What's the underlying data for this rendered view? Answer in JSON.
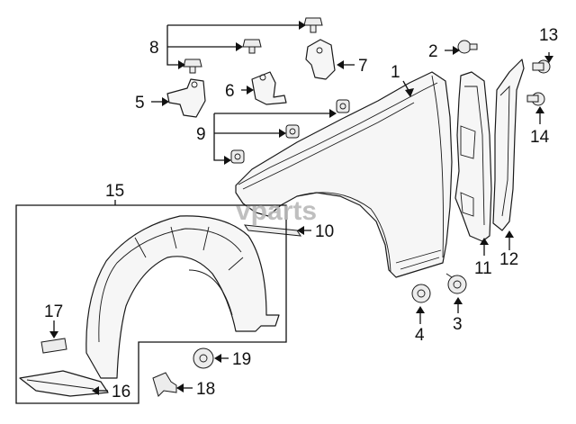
{
  "watermark": "vparts",
  "callouts": [
    {
      "id": "1",
      "label": "1"
    },
    {
      "id": "2",
      "label": "2"
    },
    {
      "id": "3",
      "label": "3"
    },
    {
      "id": "4",
      "label": "4"
    },
    {
      "id": "5",
      "label": "5"
    },
    {
      "id": "6",
      "label": "6"
    },
    {
      "id": "7",
      "label": "7"
    },
    {
      "id": "8",
      "label": "8"
    },
    {
      "id": "9",
      "label": "9"
    },
    {
      "id": "10",
      "label": "10"
    },
    {
      "id": "11",
      "label": "11"
    },
    {
      "id": "12",
      "label": "12"
    },
    {
      "id": "13",
      "label": "13"
    },
    {
      "id": "14",
      "label": "14"
    },
    {
      "id": "15",
      "label": "15"
    },
    {
      "id": "16",
      "label": "16"
    },
    {
      "id": "17",
      "label": "17"
    },
    {
      "id": "18",
      "label": "18"
    },
    {
      "id": "19",
      "label": "19"
    }
  ],
  "colors": {
    "line": "#1a1a1a",
    "part_fill": "#f6f6f6",
    "watermark": "#b9b9b9"
  }
}
